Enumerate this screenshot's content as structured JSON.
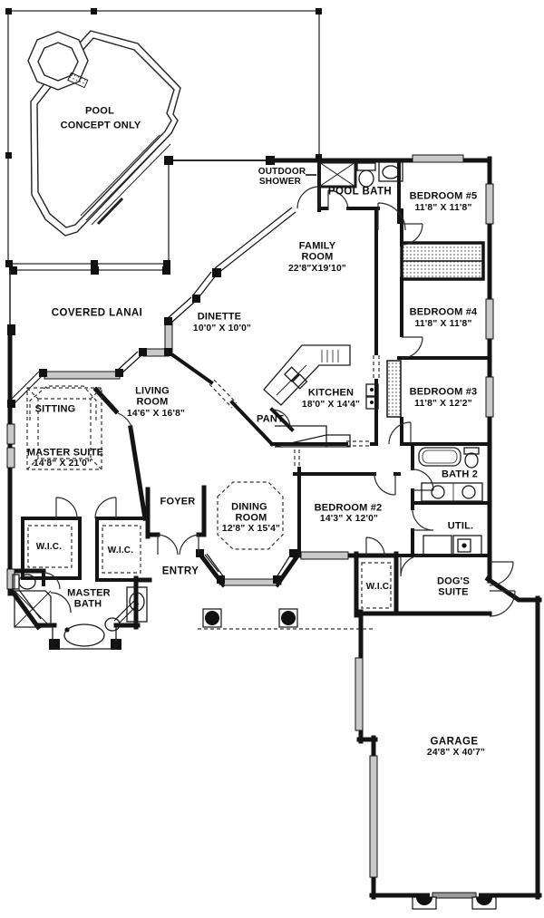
{
  "plan_type": "floor-plan",
  "rooms": {
    "pool": {
      "line1": "POOL",
      "line2": "CONCEPT ONLY"
    },
    "outdoor_shower": {
      "line1": "OUTDOOR",
      "line2": "SHOWER"
    },
    "pool_bath": {
      "name": "POOL BATH"
    },
    "bedroom5": {
      "name": "BEDROOM #5",
      "dims": "11'8\" X 11'8\""
    },
    "family_room": {
      "line1": "FAMILY",
      "line2": "ROOM",
      "dims": "22'8\"X19'10\""
    },
    "bedroom4": {
      "name": "BEDROOM #4",
      "dims": "11'8\" X 11'8\""
    },
    "covered_lanai": {
      "name": "COVERED LANAI"
    },
    "dinette": {
      "name": "DINETTE",
      "dims": "10'0\" X 10'0\""
    },
    "living_room": {
      "line1": "LIVING",
      "line2": "ROOM",
      "dims": "14'6\" X 16'8\""
    },
    "sitting": {
      "name": "SITTING"
    },
    "master_suite": {
      "name": "MASTER SUITE",
      "dims": "14'8\" X 21'0\""
    },
    "pantry": {
      "name": "PANT."
    },
    "kitchen": {
      "name": "KITCHEN",
      "dims": "18'0\" X 14'4\""
    },
    "bedroom3": {
      "name": "BEDROOM #3",
      "dims": "11'8\" X 12'2\""
    },
    "bath2": {
      "name": "BATH 2"
    },
    "bedroom2": {
      "name": "BEDROOM #2",
      "dims": "14'3\" X 12'0\""
    },
    "utility": {
      "name": "UTIL."
    },
    "foyer": {
      "name": "FOYER"
    },
    "dining_room": {
      "line1": "DINING",
      "line2": "ROOM",
      "dims": "12'8\" X 15'4\""
    },
    "wic_master_left": {
      "name": "W.I.C."
    },
    "wic_master_right": {
      "name": "W.I.C."
    },
    "entry": {
      "name": "ENTRY"
    },
    "master_bath": {
      "line1": "MASTER",
      "line2": "BATH"
    },
    "wic_bedroom2": {
      "name": "W.I.C."
    },
    "dogs_suite": {
      "line1": "DOG'S",
      "line2": "SUITE"
    },
    "garage": {
      "name": "GARAGE",
      "dims": "24'8\" X 40'7\""
    }
  },
  "colors": {
    "wall": "#141414",
    "window_fill": "#c9c9c9",
    "thin_line": "#2b2b2b"
  }
}
